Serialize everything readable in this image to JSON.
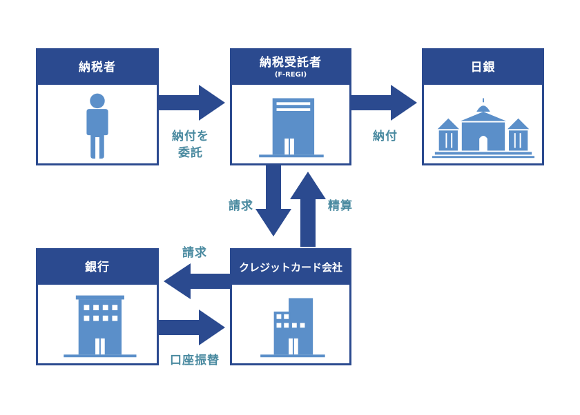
{
  "colors": {
    "navy": "#2b4a8f",
    "building": "#5b8fc9",
    "label_teal": "#4a8aa0"
  },
  "nodes": {
    "taxpayer": {
      "title": "納税者",
      "icon": "person-icon"
    },
    "trustee": {
      "title": "納税受託者",
      "subtitle": "(F-REGI)",
      "icon": "office-building-icon"
    },
    "bank_of_japan": {
      "title": "日銀",
      "icon": "bank-of-japan-building-icon"
    },
    "bank": {
      "title": "銀行",
      "icon": "bank-building-icon"
    },
    "credit_card": {
      "title": "クレジットカード会社",
      "icon": "company-building-icon"
    }
  },
  "edges": {
    "entrust_line1": "納付を",
    "entrust_line2": "委託",
    "pay": "納付",
    "request_down": "請求",
    "settlement": "精算",
    "request_left": "請求",
    "transfer": "口座振替"
  }
}
